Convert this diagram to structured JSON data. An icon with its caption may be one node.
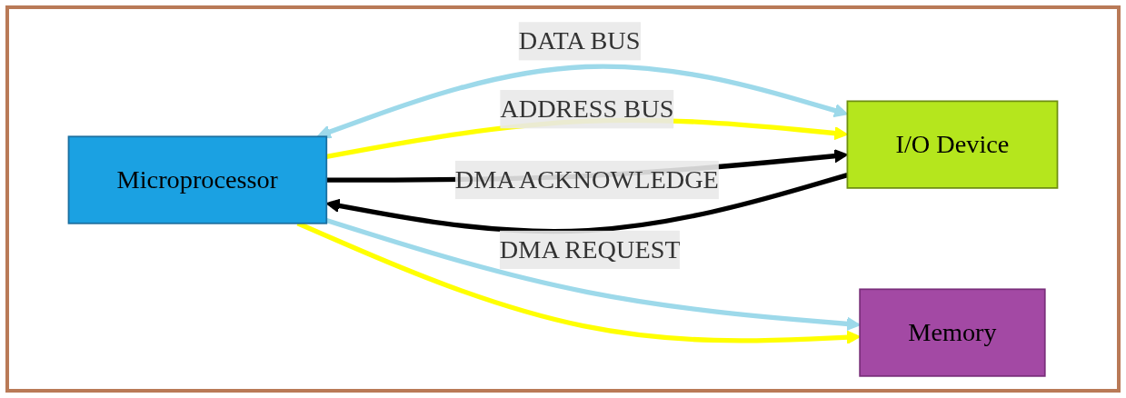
{
  "diagram": {
    "nodes": [
      {
        "text": [
          "Memory"
        ]
      },
      {
        "text": [
          "Microprocessor"
        ]
      },
      {
        "text": [
          "I/O Device"
        ]
      }
    ],
    "edges": [
      {
        "from": 1,
        "to": 2,
        "arrow": "both",
        "label": "DATA BUS",
        "color": "#9dd9ea"
      },
      {
        "from": 1,
        "to": 0,
        "arrow": "to",
        "color": "#9dd9ea"
      },
      {
        "from": 1,
        "to": 2,
        "arrow": "to",
        "label": "ADDRESS BUS",
        "color": "#ffff00"
      },
      {
        "from": 1,
        "to": 0,
        "arrow": "to",
        "color": "#ffff00"
      },
      {
        "from": 1,
        "to": 2,
        "arrow": "to",
        "label": "DMA ACKNOWLEDGE",
        "color": "#000000"
      },
      {
        "from": 2,
        "to": 1,
        "arrow": "to",
        "label": "DMA REQUEST",
        "color": "#000000"
      }
    ]
  }
}
